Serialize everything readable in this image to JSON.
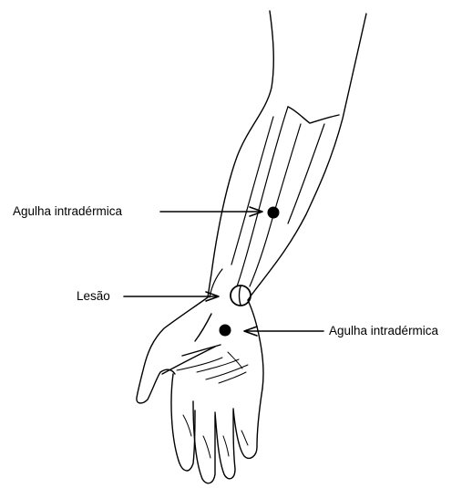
{
  "labels": {
    "upper_needle": "Agulha intradérmica",
    "lesion": "Lesão",
    "lower_needle": "Agulha intradérmica"
  },
  "colors": {
    "ink": "#000000",
    "background": "#ffffff"
  }
}
